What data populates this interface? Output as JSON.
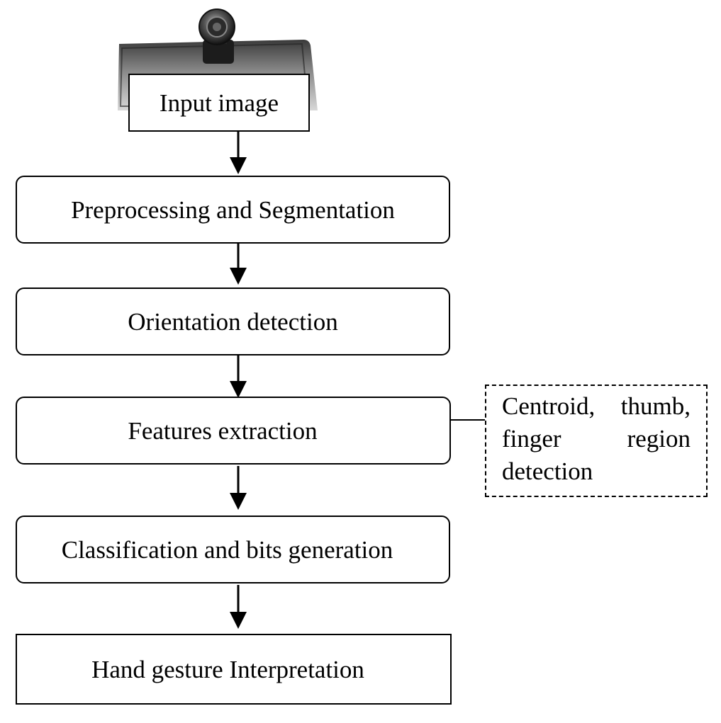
{
  "steps": {
    "input": "Input image",
    "preprocessing": "Preprocessing and Segmentation",
    "orientation": "Orientation detection",
    "features": "Features extraction",
    "classification": "Classification and bits generation",
    "interpretation": "Hand gesture Interpretation"
  },
  "note": {
    "text": "Centroid, thumb, finger region detection"
  },
  "illustration": {
    "icon": "webcam-on-monitor"
  }
}
